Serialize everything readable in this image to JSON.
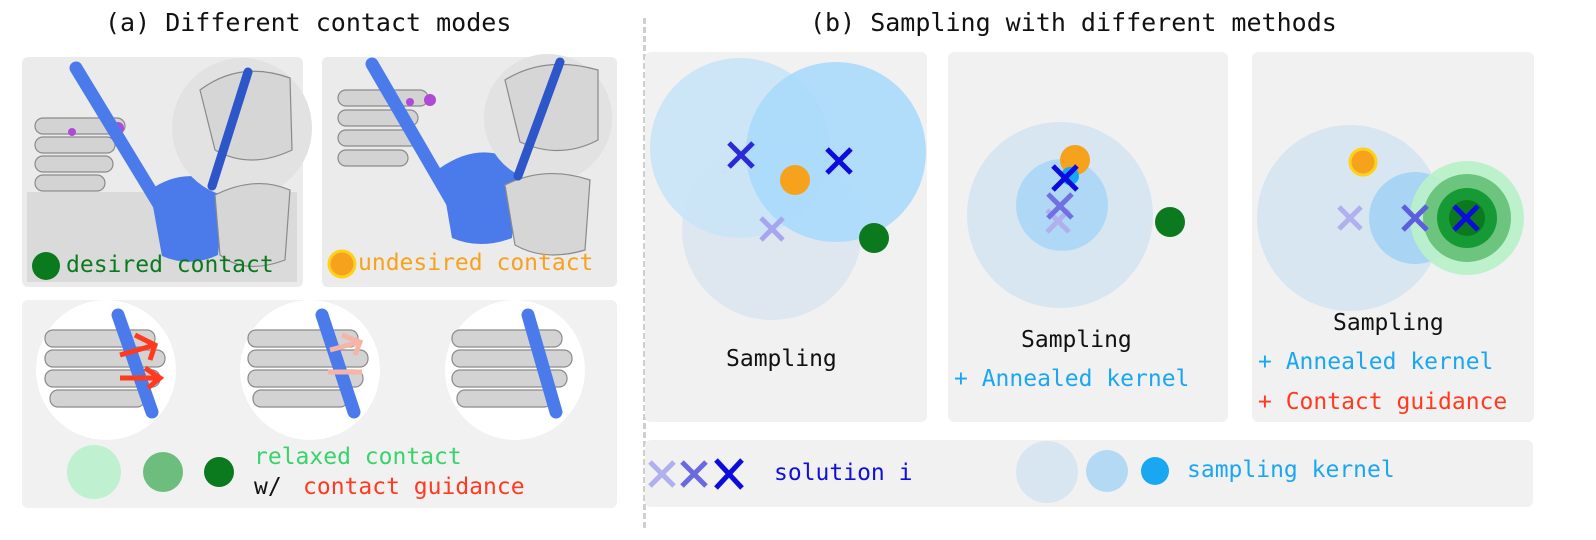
{
  "section_a": {
    "title": "(a) Different contact modes",
    "desired_label": "desired contact",
    "undesired_label": "undesired contact",
    "relaxed_label": "relaxed contact",
    "guidance_prefix": "w/",
    "guidance_label": "contact guidance"
  },
  "section_b": {
    "title": "(b) Sampling with different methods",
    "panel1_caption": "Sampling",
    "panel2_caption": "Sampling",
    "panel2_line2": "+ Annealed kernel",
    "panel3_caption": "Sampling",
    "panel3_line2": "+ Annealed kernel",
    "panel3_line3": "+ Contact guidance"
  },
  "legend": {
    "solution_label": "solution i",
    "kernel_label": "sampling kernel"
  },
  "colors": {
    "desired": "#0b7a1e",
    "undesired": "#f7a21c",
    "relaxed": "#37d46a",
    "guidance": "#ff3a1e",
    "solution": "#1010d8",
    "kernel": "#1aa7f2",
    "hand": "#c8c8c8",
    "object": "#4b7bea"
  }
}
